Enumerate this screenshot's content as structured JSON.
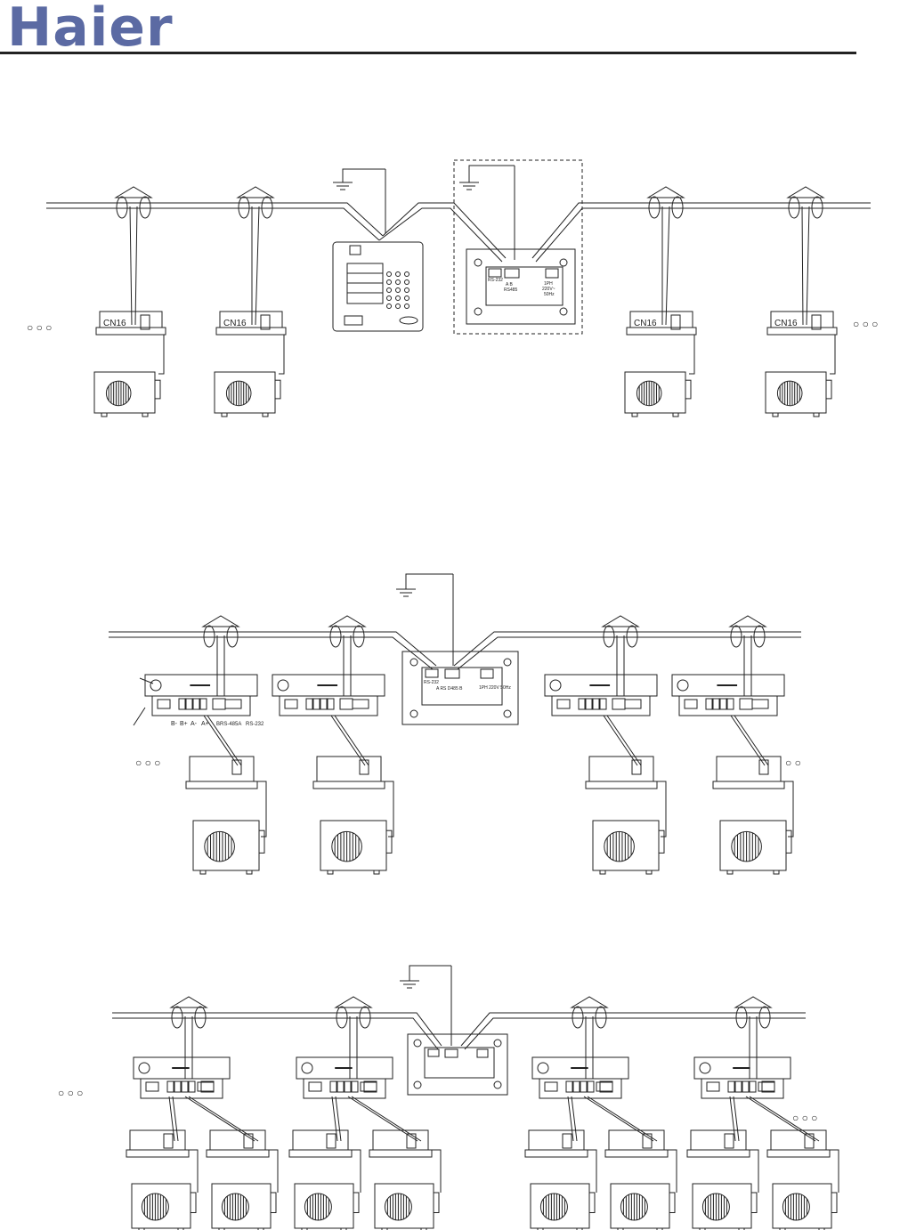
{
  "header": {
    "brand": "Haier"
  },
  "colors": {
    "brand": "#5b6aa3",
    "line": "#222222"
  },
  "diagram1": {
    "indoor_port_label": "CN16",
    "gateway_labels": {
      "rs232": "RS-232",
      "ab": "A  B",
      "rs485": "RS485",
      "power_title": "1PH",
      "power_volt": "220V~",
      "power_freq": "50Hz"
    }
  },
  "diagram2": {
    "gateway_label": "A RS D485 B",
    "gateway_rs232": "RS-232",
    "gateway_power": "1PH 220V 50Hz",
    "terminal_labels": [
      "B-",
      "B+",
      "A-",
      "A+",
      "BRS-485A",
      "RS-232"
    ]
  },
  "continuation_mark": "○  ○  ○",
  "continuation_mark_short": "○  ○"
}
